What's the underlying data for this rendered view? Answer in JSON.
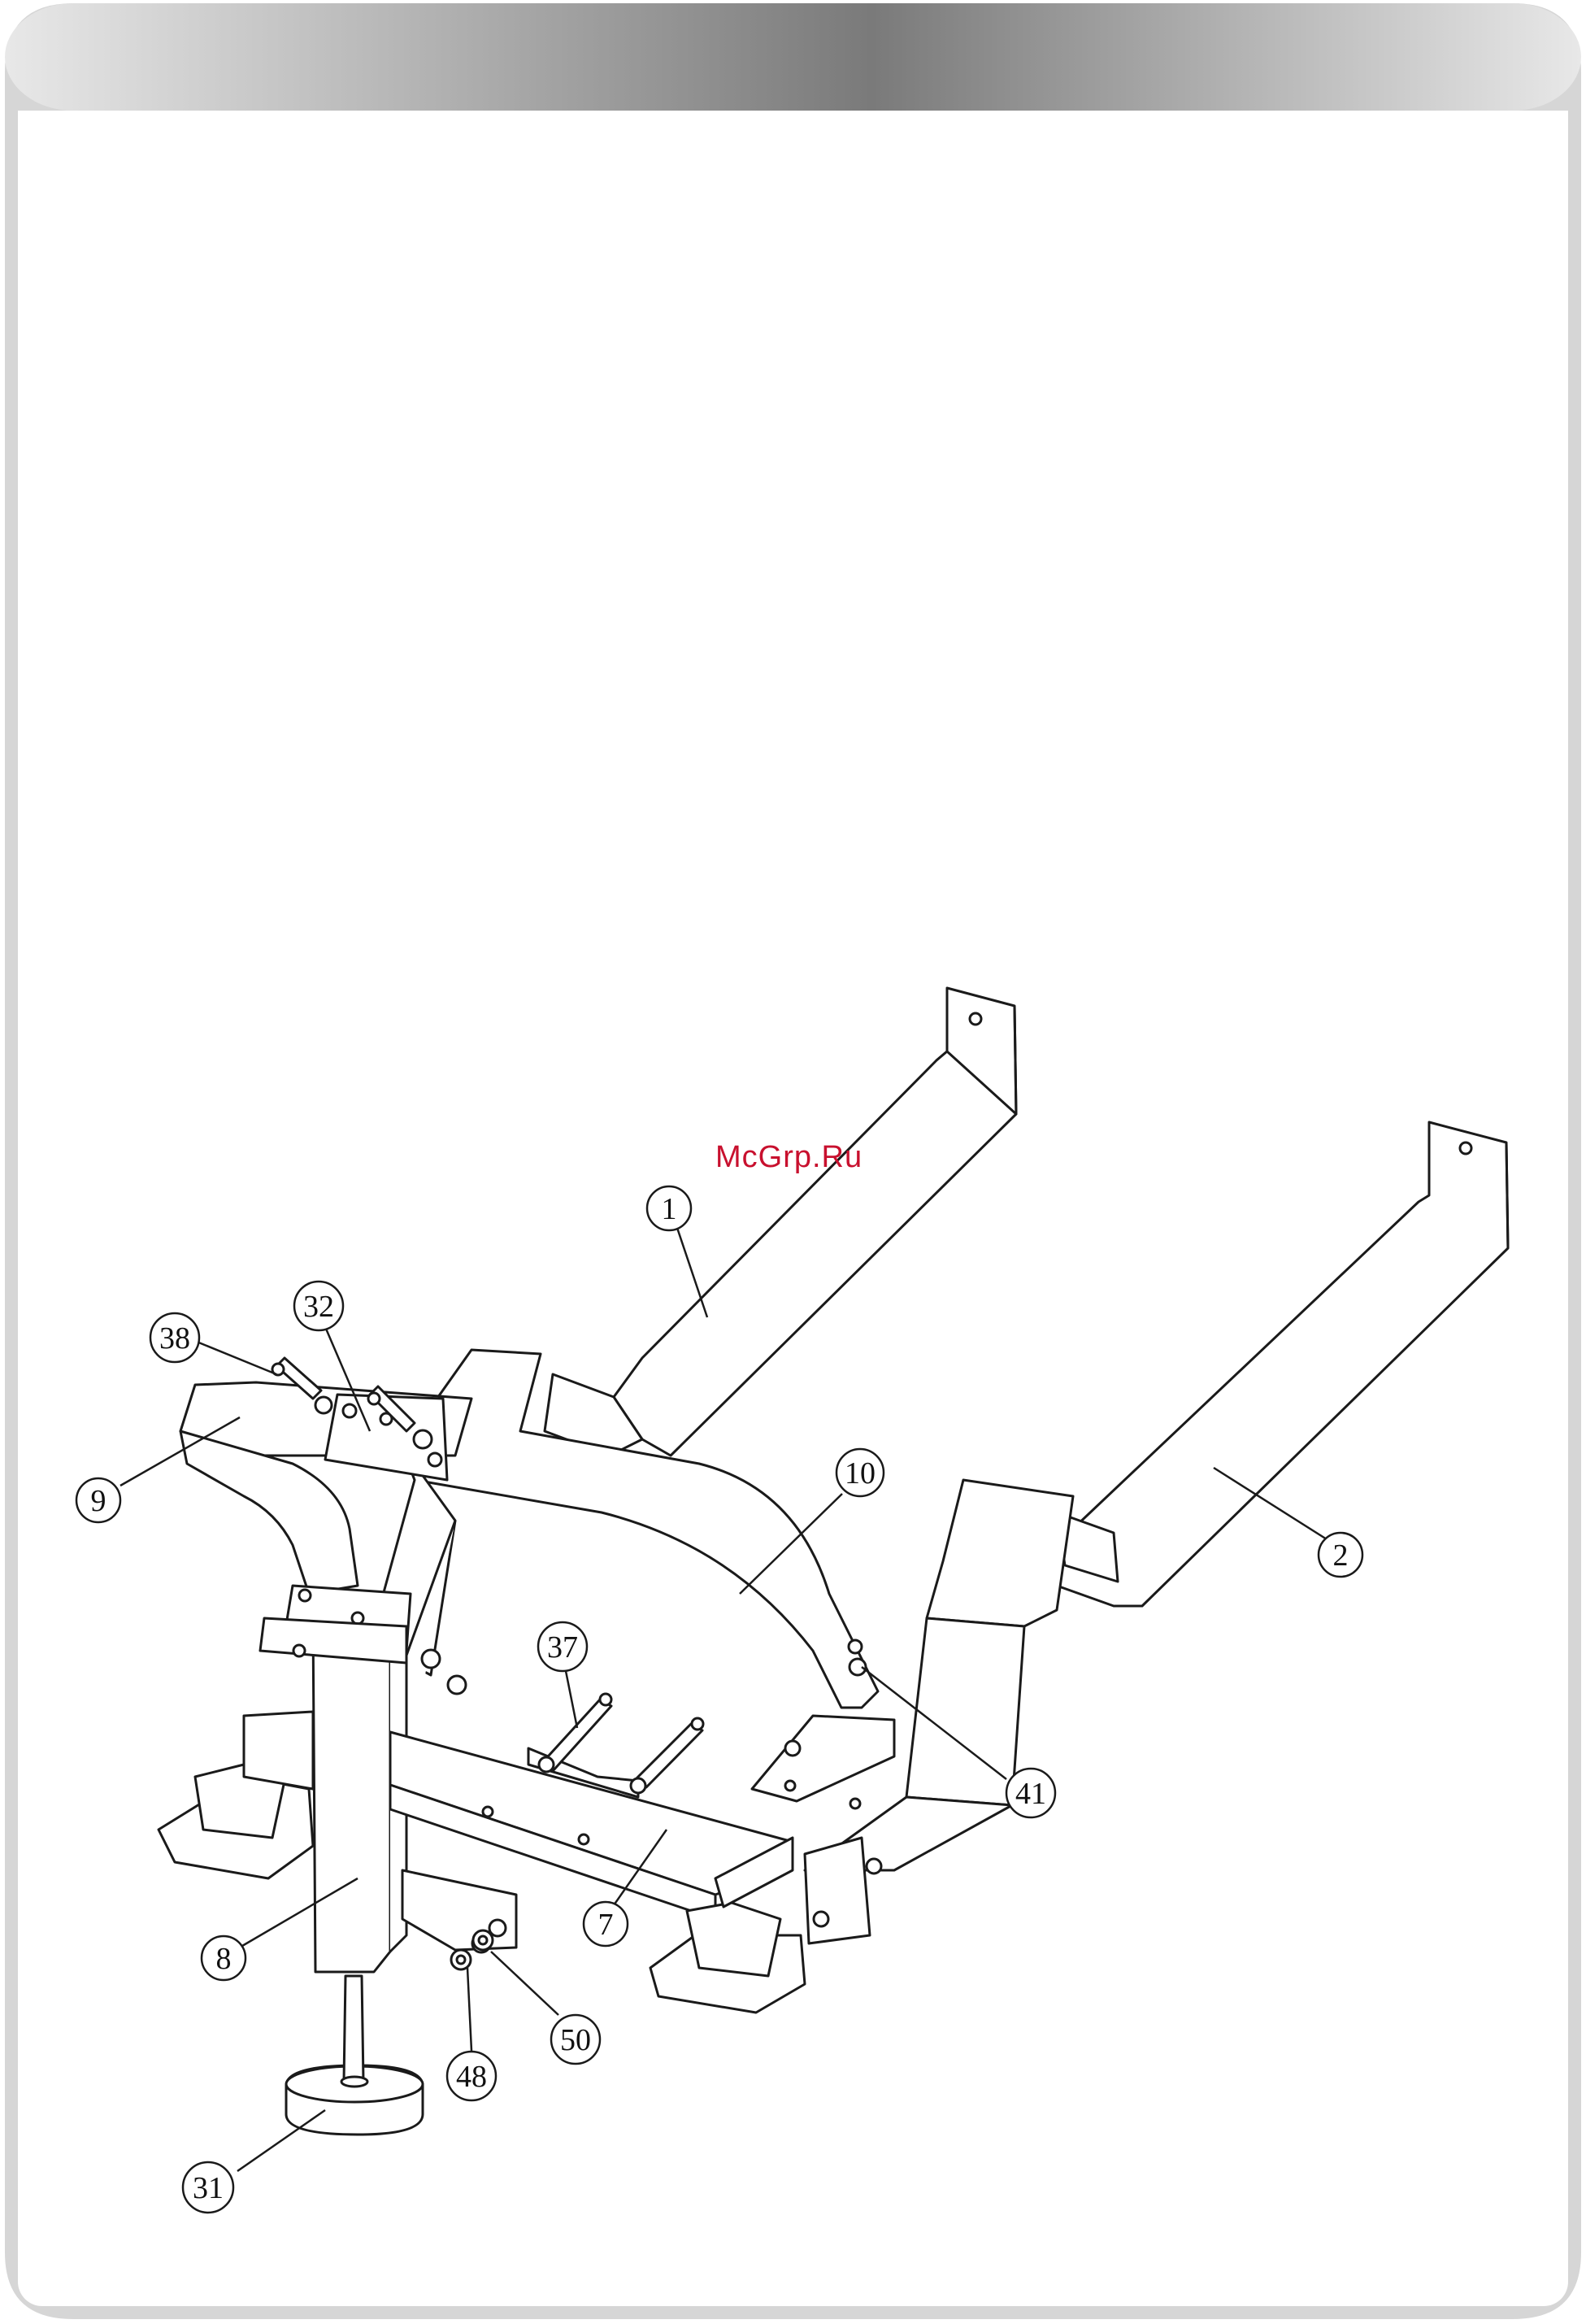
{
  "watermark": "McGrp.Ru",
  "colors": {
    "line": "#1a1a1a",
    "watermark": "#c8102e",
    "header_dark": "#7d7d7d",
    "header_light": "#e6e6e6",
    "border": "#d9d9d9"
  },
  "callouts": {
    "c1": "1",
    "c2": "2",
    "c7": "7",
    "c8": "8",
    "c9": "9",
    "c10": "10",
    "c31": "31",
    "c32": "32",
    "c37": "37",
    "c38": "38",
    "c41": "41",
    "c48": "48",
    "c50": "50"
  }
}
